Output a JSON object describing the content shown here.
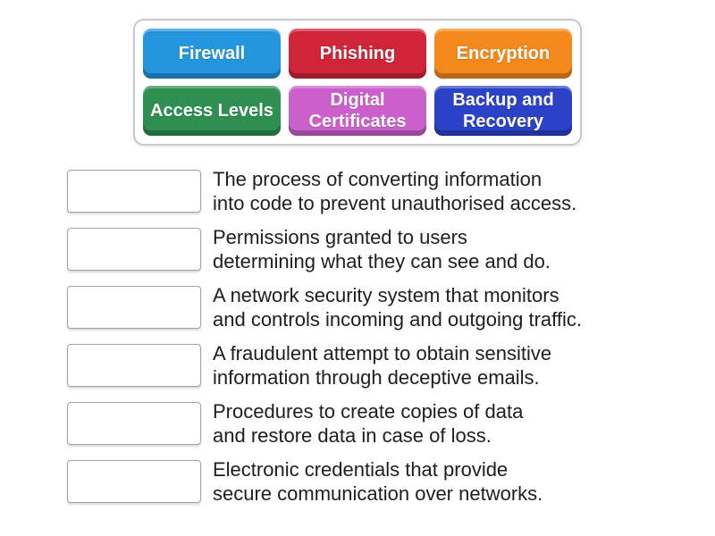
{
  "word_bank": {
    "tiles": [
      {
        "label": "Firewall",
        "color": "#2496dd"
      },
      {
        "label": "Phishing",
        "color": "#d02539"
      },
      {
        "label": "Encryption",
        "color": "#f3891c"
      },
      {
        "label": "Access Levels",
        "color": "#2e8f51"
      },
      {
        "label": "Digital Certificates",
        "color": "#cb5fcb"
      },
      {
        "label": "Backup and Recovery",
        "color": "#2b42c6"
      }
    ]
  },
  "matches": [
    {
      "line1": "The process of converting information",
      "line2": "into code to prevent unauthorised access."
    },
    {
      "line1": "Permissions granted to users",
      "line2": "determining what they can see and do."
    },
    {
      "line1": "A network security system that monitors",
      "line2": "and controls incoming and outgoing traffic."
    },
    {
      "line1": "A fraudulent attempt to obtain sensitive",
      "line2": "information through deceptive emails."
    },
    {
      "line1": "Procedures to create copies of data",
      "line2": "and restore data in case of loss."
    },
    {
      "line1": "Electronic credentials that provide",
      "line2": "secure communication over networks."
    }
  ]
}
